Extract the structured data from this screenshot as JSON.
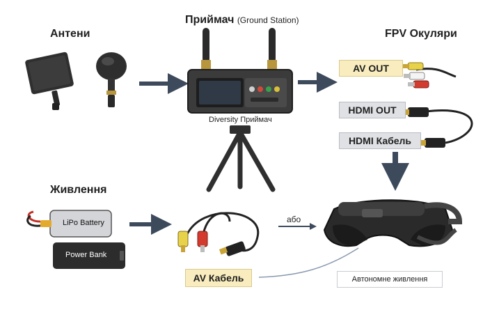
{
  "headers": {
    "antennas": "Антени",
    "receiver": "Приймач",
    "receiver_sub": "(Ground Station)",
    "goggles": "FPV Окуляри",
    "power": "Живлення"
  },
  "captions": {
    "diversity": "Diversity Приймач",
    "or": "або"
  },
  "labels": {
    "av_out": "AV OUT",
    "hdmi_out": "HDMI OUT",
    "hdmi_cable": "HDMI Кабель",
    "av_cable": "AV Кабель",
    "autonomous_power": "Автономне живлення"
  },
  "devices": {
    "lipo": "LiPo Battery",
    "power_bank": "Power Bank"
  },
  "colors": {
    "arrow": "#3d4a5c",
    "label_yellow": "#f9edbf",
    "label_grey": "#dfe1e4",
    "device_dark": "#2c2c2c"
  }
}
